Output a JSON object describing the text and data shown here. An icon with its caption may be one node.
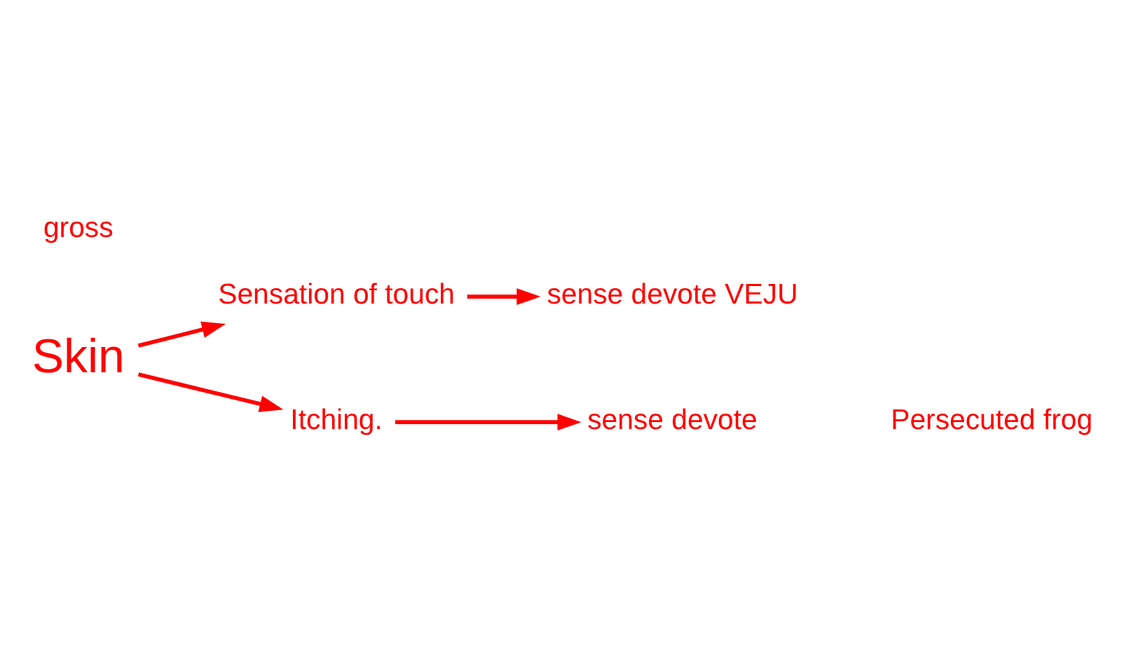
{
  "diagram": {
    "nodes": [
      {
        "text": [
          "Skin"
        ]
      },
      {
        "text": [
          "Sensation of touch"
        ]
      },
      {
        "text": [
          "sense devote VEJU"
        ]
      },
      {
        "text": [
          "Itching."
        ]
      },
      {
        "text": [
          "sense devote"
        ]
      }
    ],
    "edges": [
      {
        "from": 0,
        "to": 1,
        "arrow": "to"
      },
      {
        "from": 0,
        "to": 3,
        "arrow": "to"
      },
      {
        "from": 1,
        "to": 2,
        "arrow": "to"
      },
      {
        "from": 3,
        "to": 4,
        "arrow": "to"
      }
    ],
    "labels": [
      "gross",
      "Persecuted frog"
    ]
  }
}
